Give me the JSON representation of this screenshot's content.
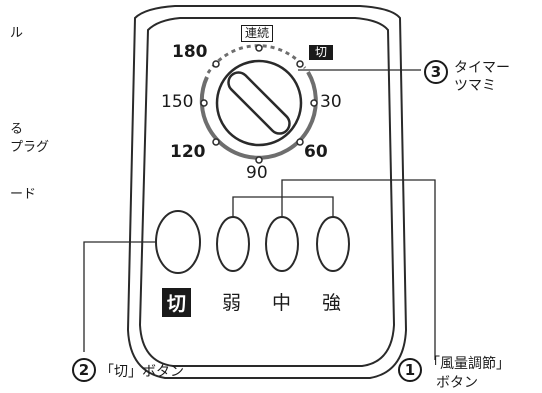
{
  "left_fragments": [
    "ル",
    "る",
    "プラグ",
    "ード"
  ],
  "dial": {
    "top_label": "連続",
    "off_label": "切",
    "marks": {
      "m180": "180",
      "m150": "150",
      "m120": "120",
      "m90": "90",
      "m60": "60",
      "m30": "30"
    }
  },
  "buttons": [
    {
      "label": "切"
    },
    {
      "label": "弱"
    },
    {
      "label": "中"
    },
    {
      "label": "強"
    }
  ],
  "callouts": {
    "timer": {
      "number": "3",
      "line1": "タイマー",
      "line2": "ツマミ"
    },
    "off_button": {
      "number": "2",
      "text": "「切」ボタン"
    },
    "fan_buttons": {
      "number": "1",
      "line1": "「風量調節」",
      "line2": "ボタン"
    }
  },
  "colors": {
    "outline": "#2a2a2a",
    "dial_ring": "#6e6e6e",
    "ink": "#1a1a1a"
  }
}
